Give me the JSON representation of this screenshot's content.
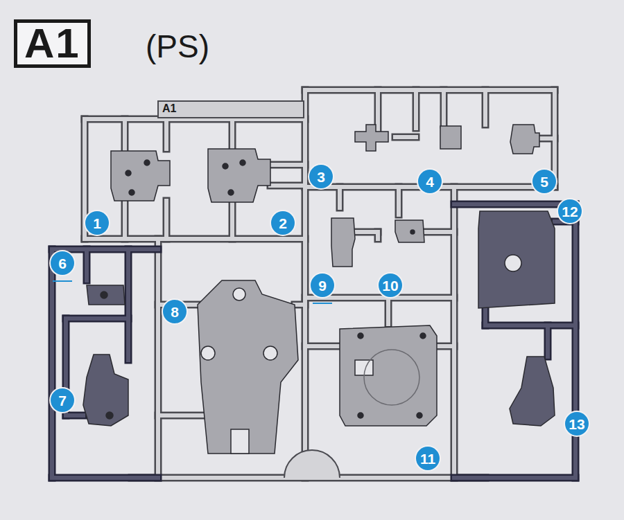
{
  "diagram": {
    "title": "A1",
    "nodes": [
      {
        "text": [
          "1"
        ]
      },
      {
        "text": [
          "2"
        ]
      },
      {
        "text": [
          "3"
        ]
      },
      {
        "text": [
          "4"
        ]
      },
      {
        "text": [
          "5"
        ]
      },
      {
        "text": [
          "6"
        ]
      },
      {
        "text": [
          "7"
        ]
      },
      {
        "text": [
          "8"
        ]
      },
      {
        "text": [
          "9"
        ]
      },
      {
        "text": [
          "10"
        ]
      },
      {
        "text": [
          "11"
        ]
      },
      {
        "text": [
          "12"
        ]
      },
      {
        "text": [
          "13"
        ]
      }
    ],
    "labels": [
      "(PS)",
      "A1"
    ]
  }
}
